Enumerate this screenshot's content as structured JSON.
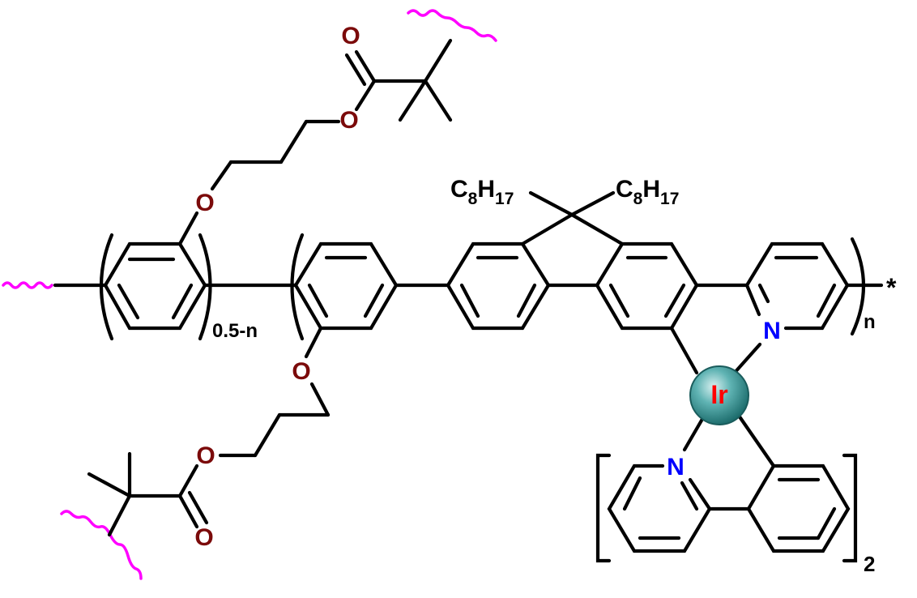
{
  "atoms": {
    "oxygen_symbol": "O",
    "nitrogen_symbol": "N",
    "iridium_symbol": "Ir",
    "carbon_symbol": "C",
    "hydrogen_symbol": "H",
    "alkyl_c_count": "8",
    "alkyl_h_count": "17"
  },
  "subscripts": {
    "segment_one": "0.5-n",
    "segment_two": "n",
    "ligand_count": "2"
  },
  "end_group": "*",
  "colors": {
    "oxygen": "#7b0a0a",
    "nitrogen": "#0000ff",
    "iridium_text": "#ff0000",
    "iridium_sphere": "#2a8c8c",
    "wavy_bond": "#ff00ff",
    "bond": "#000000"
  }
}
